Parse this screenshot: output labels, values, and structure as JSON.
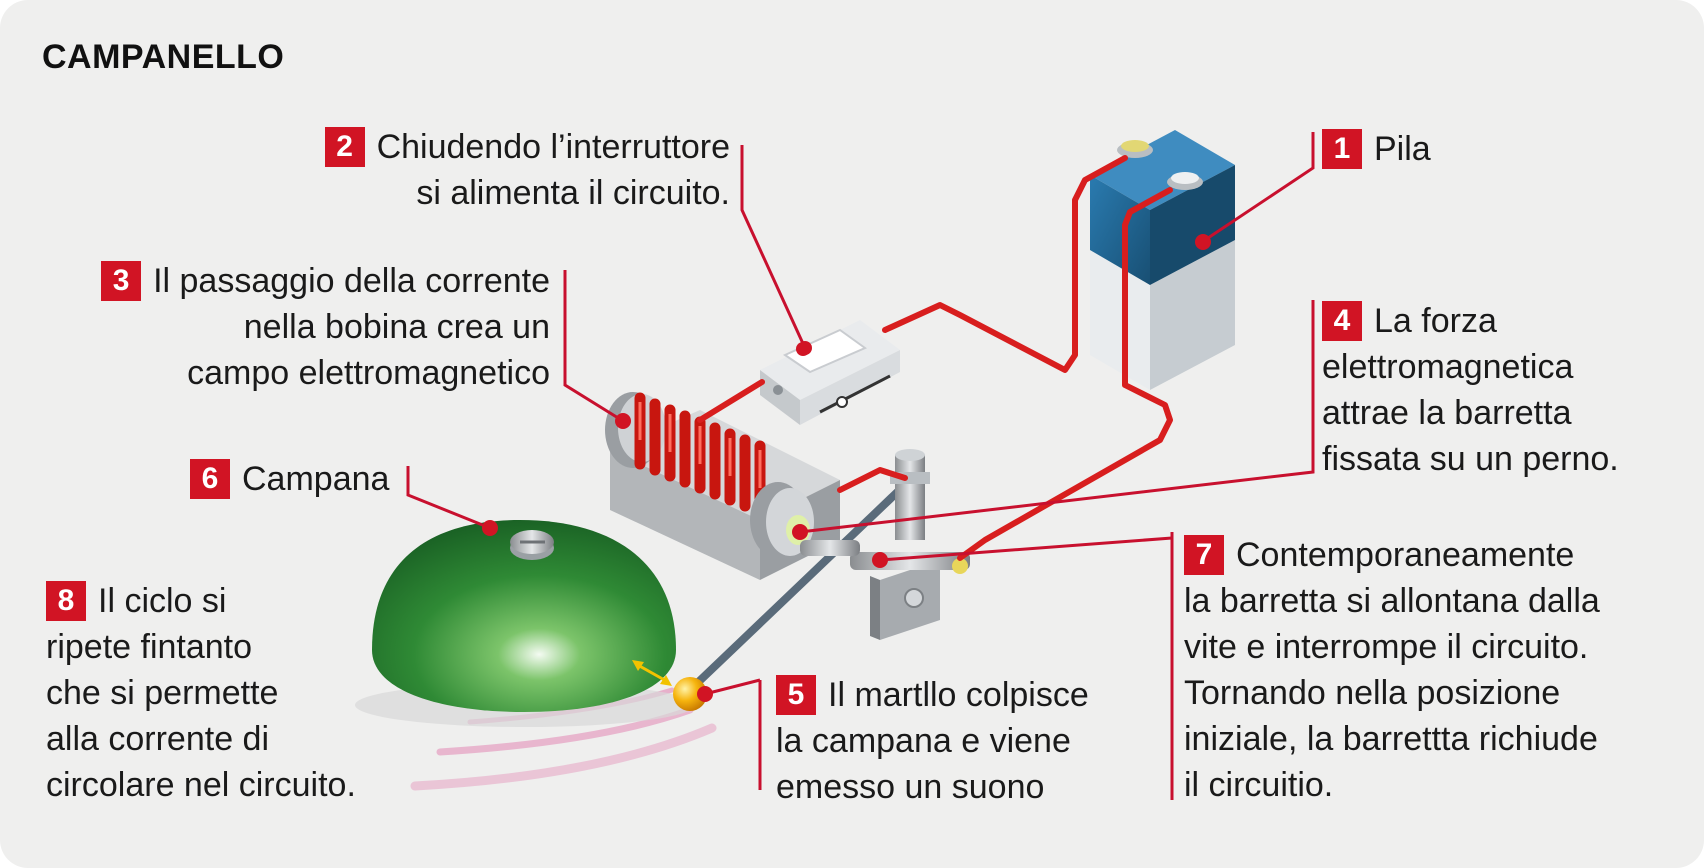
{
  "title": "CAMPANELLO",
  "colors": {
    "badge": "#d11424",
    "leader_line": "#c8102e",
    "wire": "#e1251b",
    "bell": "#2e8b3a",
    "battery_top": "#1e5f8a",
    "background": "#efefee"
  },
  "labels": [
    {
      "num": "1",
      "lines": [
        "Pila"
      ]
    },
    {
      "num": "2",
      "lines": [
        "Chiudendo l’interruttore",
        "si alimenta il circuito."
      ]
    },
    {
      "num": "3",
      "lines": [
        "Il passaggio della corrente",
        "nella bobina crea un",
        "campo elettromagnetico"
      ]
    },
    {
      "num": "4",
      "lines": [
        "La forza",
        "elettromagnetica",
        "attrae la barretta",
        "fissata su un perno."
      ]
    },
    {
      "num": "5",
      "lines": [
        "Il martllo colpisce",
        "la campana e viene",
        "emesso un suono"
      ]
    },
    {
      "num": "6",
      "lines": [
        "Campana"
      ]
    },
    {
      "num": "7",
      "lines": [
        "Contemporaneamente",
        "la barretta si allontana dalla",
        "vite e interrompe il circuito.",
        "Tornando nella posizione",
        "iniziale, la barrettta richiude",
        "il circuitio."
      ]
    },
    {
      "num": "8",
      "lines": [
        "Il ciclo si",
        "ripete fintanto",
        "che si permette",
        "alla corrente di",
        "circolare nel circuito."
      ]
    }
  ],
  "icons": [
    "battery-icon",
    "switch-icon",
    "coil-icon",
    "bell-icon",
    "hammer-icon",
    "pivot-post-icon",
    "contact-screw-icon"
  ]
}
